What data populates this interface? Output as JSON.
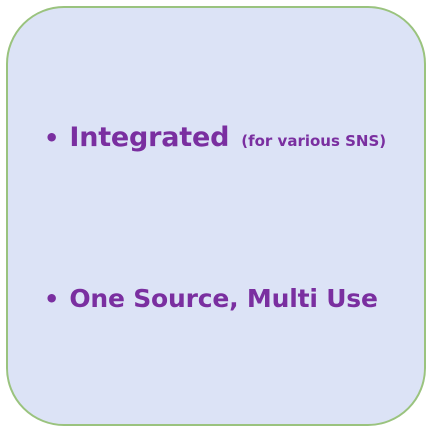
{
  "colors": {
    "background": "#dce3f6",
    "border": "#9ac37e",
    "text": "#7a2fa0"
  },
  "bullets": [
    {
      "symbol": "•",
      "text": "Integrated",
      "note": "(for various SNS)"
    },
    {
      "symbol": "•",
      "text": "One Source, Multi Use"
    }
  ]
}
